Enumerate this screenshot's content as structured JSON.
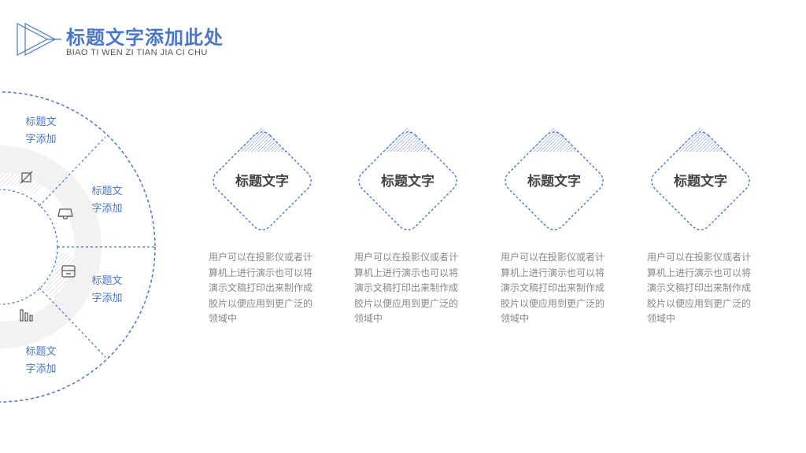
{
  "header": {
    "title": "标题文字添加此处",
    "subtitle": "BIAO TI WEN ZI TIAN JIA CI CHU"
  },
  "wheel": {
    "labels": [
      "标题文字添加",
      "标题文字添加",
      "标题文字添加",
      "标题文字添加"
    ],
    "label_lines": [
      [
        "标题文",
        "字添加"
      ],
      [
        "标题文",
        "字添加"
      ],
      [
        "标题文",
        "字添加"
      ],
      [
        "标题文",
        "字添加"
      ]
    ],
    "icons": [
      "crop-icon",
      "inbox-icon",
      "archive-icon",
      "bar-chart-icon"
    ]
  },
  "cards": [
    {
      "title": "标题文字",
      "description": "用户可以在投影仪或者计算机上进行演示也可以将演示文稿打印出来制作成胶片以便应用到更广泛的领域中"
    },
    {
      "title": "标题文字",
      "description": "用户可以在投影仪或者计算机上进行演示也可以将演示文稿打印出来制作成胶片以便应用到更广泛的领域中"
    },
    {
      "title": "标题文字",
      "description": "用户可以在投影仪或者计算机上进行演示也可以将演示文稿打印出来制作成胶片以便应用到更广泛的领域中"
    },
    {
      "title": "标题文字",
      "description": "用户可以在投影仪或者计算机上进行演示也可以将演示文稿打印出来制作成胶片以便应用到更广泛的领域中"
    }
  ],
  "colors": {
    "accent": "#4a76c9",
    "title_text": "#444444",
    "body_text": "#888888"
  }
}
